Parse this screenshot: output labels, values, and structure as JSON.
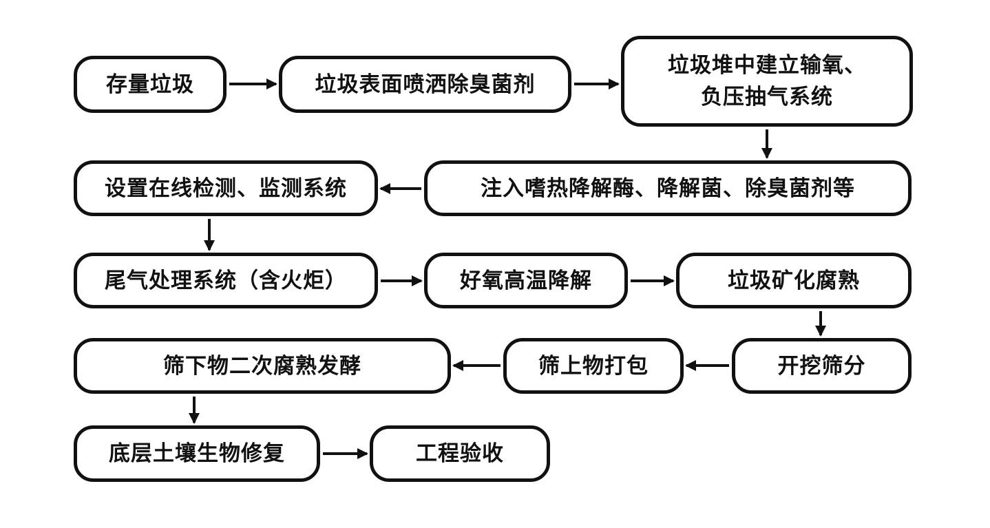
{
  "colors": {
    "line": "#111111",
    "background": "#ffffff"
  },
  "steps": [
    {
      "id": "s1",
      "text": "存量垃圾"
    },
    {
      "id": "s2",
      "text": "垃圾表面喷洒除臭菌剂"
    },
    {
      "id": "s3",
      "text": "垃圾堆中建立输氧、\n负压抽气系统"
    },
    {
      "id": "s4",
      "text": "注入嗜热降解酶、降解菌、除臭菌剂等"
    },
    {
      "id": "s5",
      "text": "设置在线检测、监测系统"
    },
    {
      "id": "s6",
      "text": "尾气处理系统（含火炬）"
    },
    {
      "id": "s7",
      "text": "好氧高温降解"
    },
    {
      "id": "s8",
      "text": "垃圾矿化腐熟"
    },
    {
      "id": "s9",
      "text": "开挖筛分"
    },
    {
      "id": "s10",
      "text": "筛上物打包"
    },
    {
      "id": "s11",
      "text": "筛下物二次腐熟发酵"
    },
    {
      "id": "s12",
      "text": "底层土壤生物修复"
    },
    {
      "id": "s13",
      "text": "工程验收"
    }
  ],
  "flow": [
    [
      "s1",
      "s2"
    ],
    [
      "s2",
      "s3"
    ],
    [
      "s3",
      "s4"
    ],
    [
      "s4",
      "s5"
    ],
    [
      "s5",
      "s6"
    ],
    [
      "s6",
      "s7"
    ],
    [
      "s7",
      "s8"
    ],
    [
      "s8",
      "s9"
    ],
    [
      "s9",
      "s10"
    ],
    [
      "s10",
      "s11"
    ],
    [
      "s11",
      "s12"
    ],
    [
      "s12",
      "s13"
    ]
  ]
}
